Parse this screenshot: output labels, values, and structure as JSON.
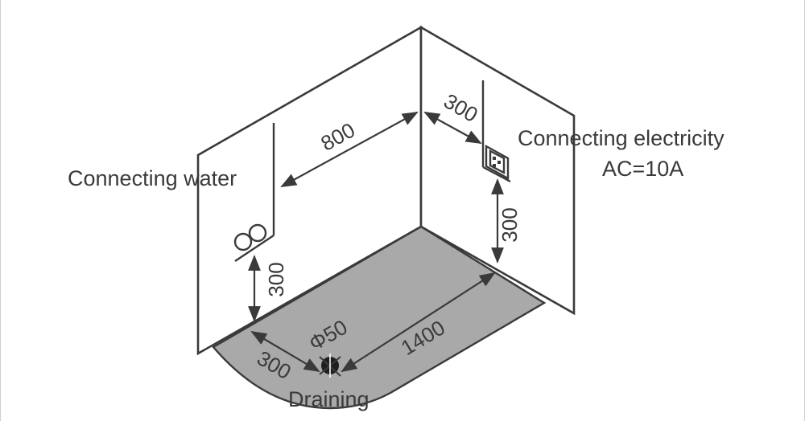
{
  "labels": {
    "water": "Connecting water",
    "electricity_line1": "Connecting electricity",
    "electricity_line2": "AC=10A",
    "draining": "Draining",
    "drain_diameter": "Φ50"
  },
  "dimensions": {
    "wall_gap": "800",
    "socket_from_corner": "300",
    "socket_height": "300",
    "water_height": "300",
    "drain_from_wall": "300",
    "floor_length": "1400"
  },
  "colors": {
    "floor": "#a9a9a9",
    "line": "#3a3a3a",
    "background": "#ffffff"
  },
  "icons": {
    "water_outlet": "water-valve-icon",
    "socket": "power-socket-icon",
    "drain": "drain-icon"
  }
}
